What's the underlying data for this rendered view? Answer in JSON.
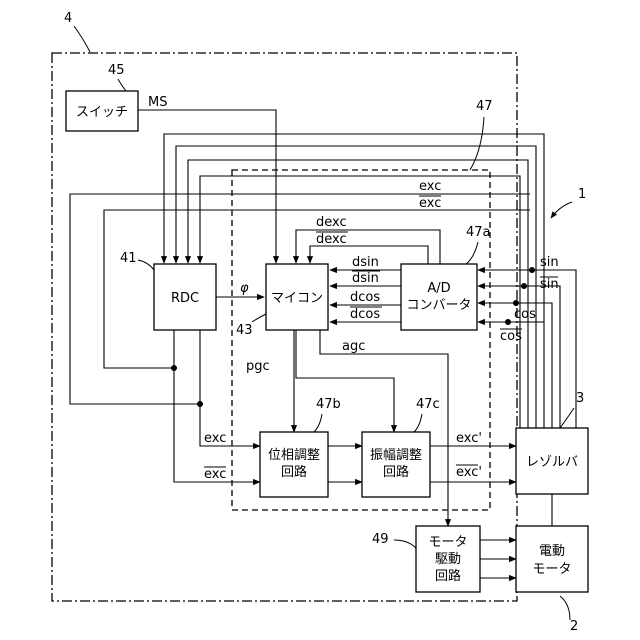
{
  "blocks": {
    "switch": "スイッチ",
    "rdc": "RDC",
    "micon": "マイコン",
    "adc_line1": "A/D",
    "adc_line2": "コンバータ",
    "phase_line1": "位相調整",
    "phase_line2": "回路",
    "amp_line1": "振幅調整",
    "amp_line2": "回路",
    "resolver": "レゾルバ",
    "motor_drive_line1": "モータ",
    "motor_drive_line2": "駆動",
    "motor_drive_line3": "回路",
    "motor_line1": "電動",
    "motor_line2": "モータ"
  },
  "refs": {
    "r4": "4",
    "r45": "45",
    "r47": "47",
    "r1": "1",
    "r41": "41",
    "r47a": "47a",
    "r43": "43",
    "r47b": "47b",
    "r47c": "47c",
    "r3": "3",
    "r49": "49",
    "r2": "2"
  },
  "signals": {
    "ms": "MS",
    "exc": "exc",
    "exc_bar": "exc",
    "dexc": "dexc",
    "dexc_bar": "dexc",
    "dsin": "dsin",
    "dsin_bar": "dsin",
    "dcos": "dcos",
    "dcos_bar": "dcos",
    "phi": "φ",
    "pgc": "pgc",
    "agc": "agc",
    "sin": "sin",
    "sin_bar": "sin",
    "cos": "cos",
    "cos_bar": "cos",
    "exc_lower": "exc",
    "exc_lower_bar": "exc",
    "exc_prime": "exc'",
    "exc_prime_bar": "exc'"
  }
}
